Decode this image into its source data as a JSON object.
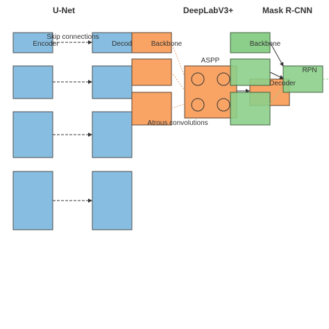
{
  "colors": {
    "unet_fill": "#87bde0",
    "unet_stroke": "#4d4d4d",
    "deeplab_fill": "#f9a465",
    "deeplab_stroke": "#5a4030",
    "deeplab_dash": "#e0a070",
    "maskrcnn_fill": "#8ccf8a",
    "maskrcnn_stroke": "#3f5f3f",
    "arrow": "#333333"
  },
  "unet": {
    "title": "U-Net",
    "encoder_label": "Encoder",
    "decoder_label": "Decoder",
    "skip_label": "Skip connections"
  },
  "deeplab": {
    "title": "DeepLabV3+",
    "backbone_label": "Backbone",
    "aspp_label": "ASPP",
    "atrous_label": "Atrous convolutions",
    "decoder_label": "Decoder"
  },
  "maskrcnn": {
    "title": "Mask R-CNN",
    "backbone_label": "Backbone",
    "rpn_label": "RPN"
  }
}
